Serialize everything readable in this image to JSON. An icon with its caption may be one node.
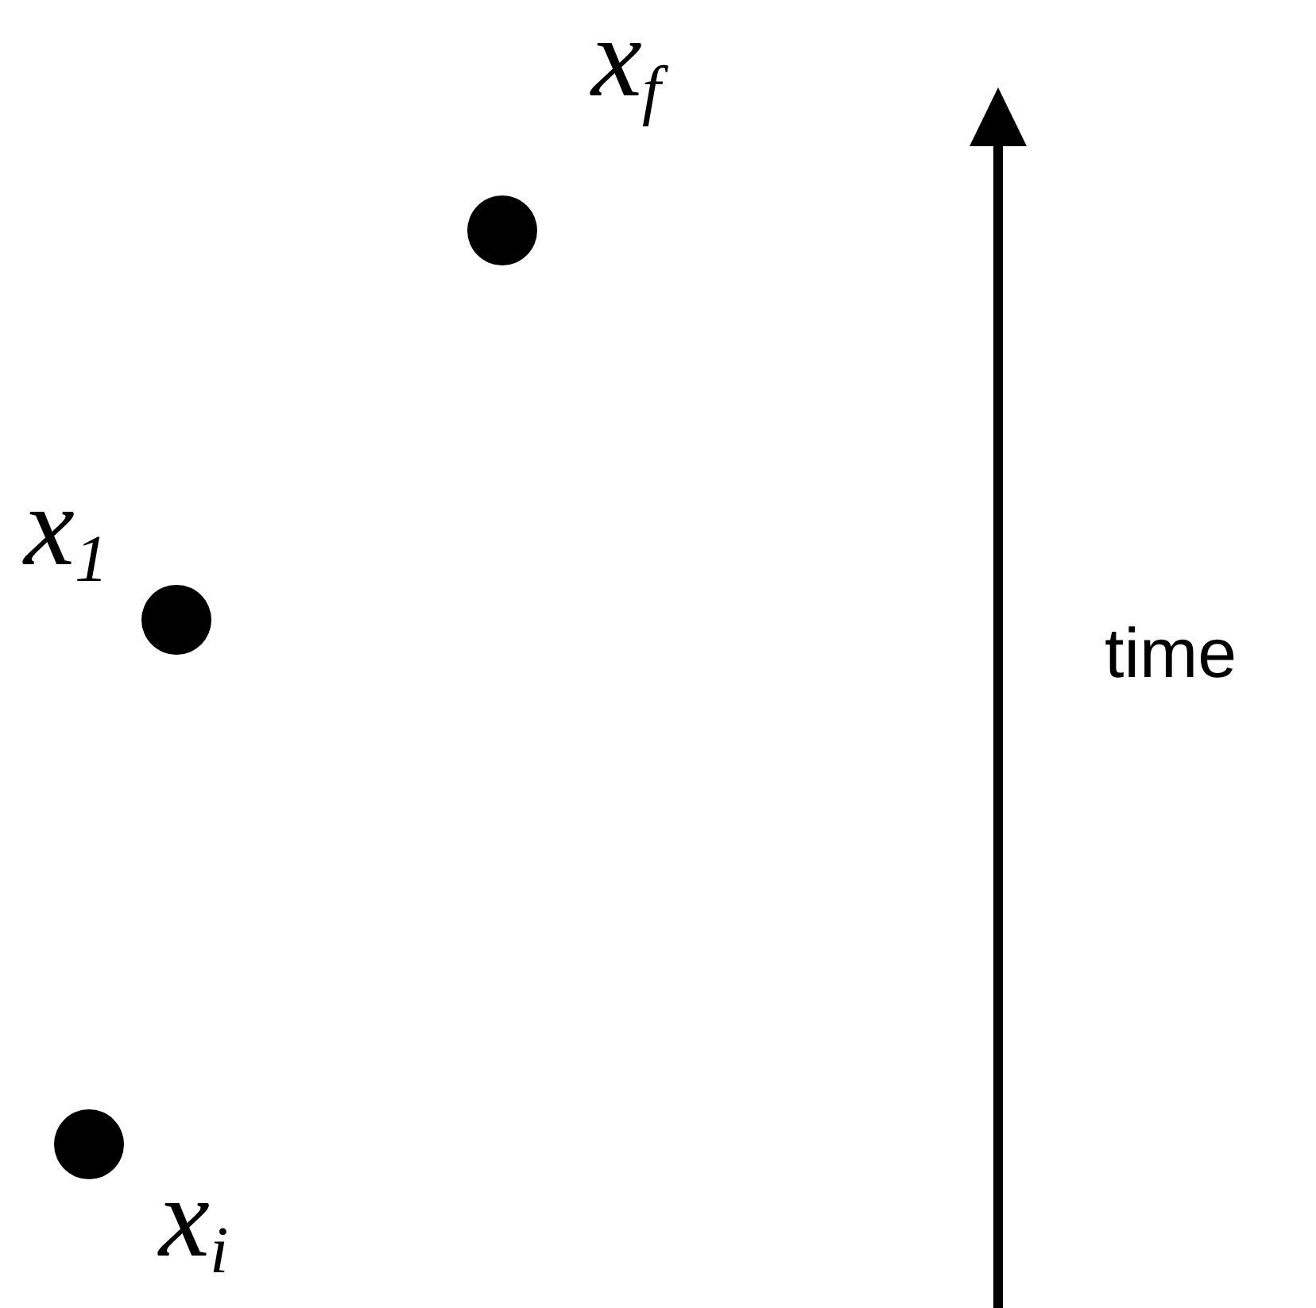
{
  "diagram": {
    "nodes": [
      {
        "text": [],
        "shape": "circle",
        "beside": [
          "x$_{f}$"
        ]
      },
      {
        "text": [],
        "shape": "circle",
        "beside": [
          "x$_{1}$"
        ]
      },
      {
        "text": [],
        "shape": "circle",
        "beside": [
          "x$_{i}$"
        ]
      }
    ],
    "labels": [
      "time"
    ]
  }
}
